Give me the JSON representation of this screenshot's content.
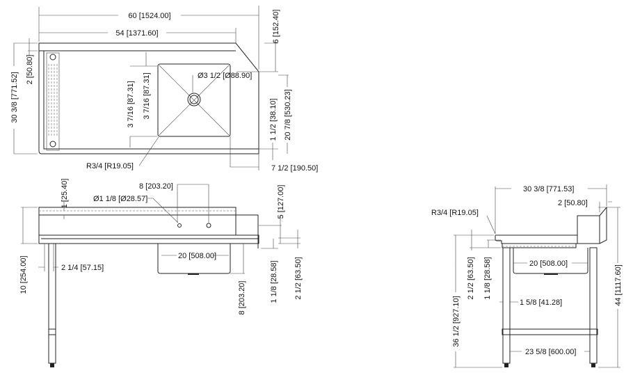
{
  "top_view": {
    "overall_length": "60 [1524.00]",
    "drainboard_length": "54 [1371.60]",
    "backsplash_offset": "6 [152.40]",
    "rim_width": "2 [50.80]",
    "overall_depth": "30 3/8 [771.52]",
    "sink_offset_a": "3 7/16 [87.31]",
    "sink_offset_b": "3 7/16 [87.31]",
    "drain_diameter": "Ø3 1/2 [Ø88.90]",
    "front_offset": "1 1/2 [38.10]",
    "bowl_depth": "20 7/8 [530.23]",
    "corner_radius": "R3/4 [R19.05]",
    "side_offset": "7 1/2 [190.50]"
  },
  "front_view": {
    "splash_thickness": "1 [25.40]",
    "faucet_spacing": "8 [203.20]",
    "faucet_hole": "Ø1 1/8 [Ø28.57]",
    "splash_height": "5 [127.00]",
    "total_splash": "10 [254.00]",
    "leg_offset": "2 1/4 [57.15]",
    "bowl_width": "20 [508.00]",
    "bowl_depth": "8 [203.20]",
    "rim_a": "1 1/8 [28.58]",
    "rim_b": "2 1/2 [63.50]"
  },
  "side_view": {
    "depth": "30 3/8 [771.53]",
    "splash_depth": "2 [50.80]",
    "corner_radius": "R3/4 [R19.05]",
    "rim_b": "2 1/2 [63.50]",
    "rim_a": "1 1/8 [28.58]",
    "work_height": "36 1/2 [927.10]",
    "leg_diameter": "1 5/8 [41.28]",
    "bowl_width": "20 [508.00]",
    "leg_spacing": "23 5/8 [600.00]",
    "overall_height": "44 [1117.60]"
  }
}
